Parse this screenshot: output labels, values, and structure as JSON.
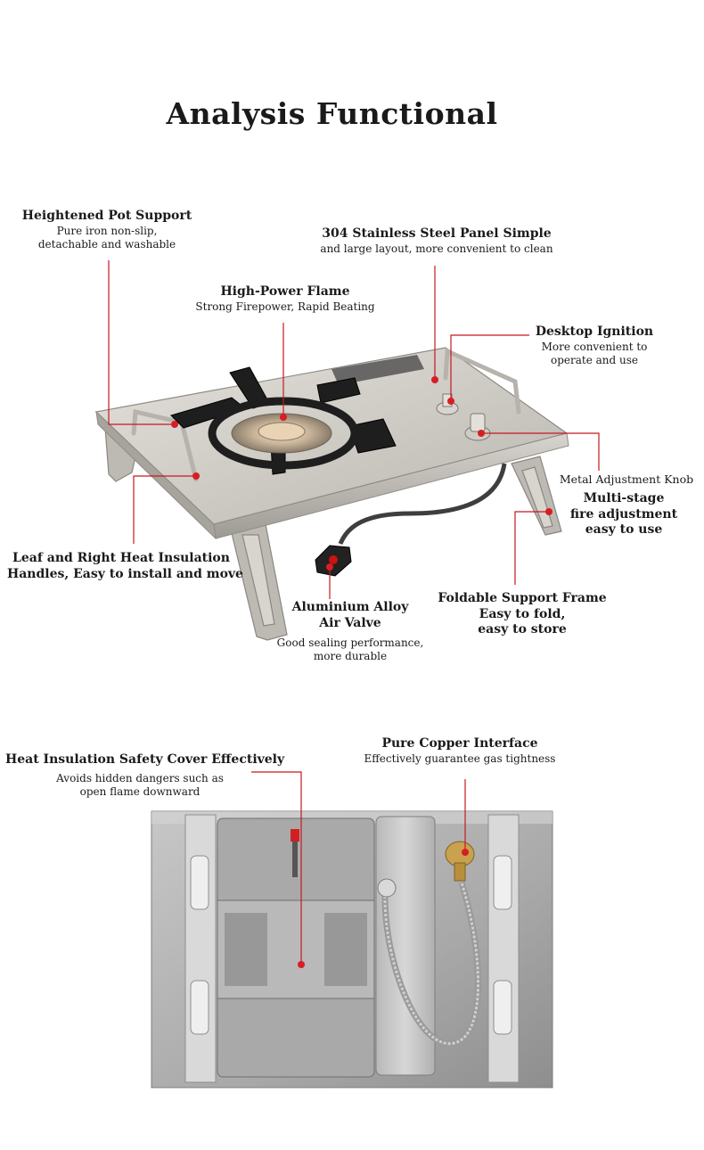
{
  "page_title": "Analysis Functional",
  "callouts": {
    "pot_support": {
      "title": "Heightened Pot Support",
      "lines": [
        "Pure iron non-slip,",
        "detachable and washable"
      ]
    },
    "panel": {
      "title": "304 Stainless Steel Panel Simple",
      "lines": [
        "and large layout, more convenient to clean"
      ]
    },
    "flame": {
      "title": "High-Power Flame",
      "lines": [
        "Strong Firepower, Rapid Beating"
      ]
    },
    "ignition": {
      "title": "Desktop Ignition",
      "lines": [
        "More convenient to",
        "operate and use"
      ]
    },
    "knob": {
      "title": "Metal Adjustment Knob"
    },
    "multistage": {
      "lines": [
        "Multi-stage",
        "fire adjustment",
        "easy to use"
      ]
    },
    "handles": {
      "lines": [
        "Leaf and Right Heat Insulation",
        "Handles, Easy to install and move"
      ]
    },
    "valve": {
      "title_lines": [
        "Aluminium Alloy",
        "Air Valve"
      ],
      "lines": [
        "Good sealing performance,",
        "more durable"
      ]
    },
    "frame": {
      "title": "Foldable Support Frame",
      "lines": [
        "Easy to fold,",
        "easy to store"
      ]
    },
    "cover": {
      "title": "Heat Insulation Safety Cover Effectively",
      "lines": [
        "Avoids hidden dangers such as",
        "open flame downward"
      ]
    },
    "copper": {
      "title": "Pure Copper Interface",
      "lines": [
        "Effectively guarantee gas tightness"
      ]
    }
  },
  "colors": {
    "callout_line": "#c8181f",
    "dot": "#d81e22",
    "steel": "#c9c6c1"
  }
}
